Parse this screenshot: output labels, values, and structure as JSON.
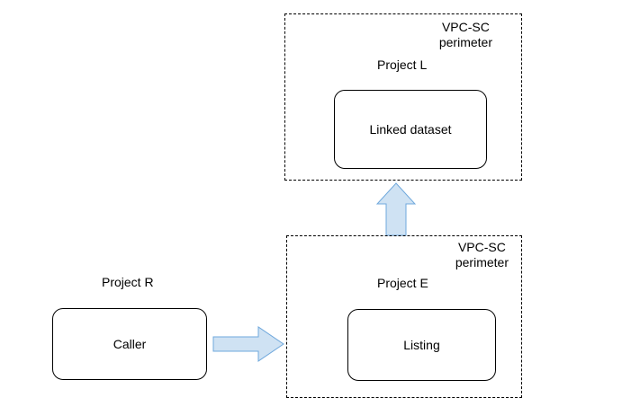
{
  "colors": {
    "arrow_fill": "#cfe2f3",
    "arrow_stroke": "#6fa8dc",
    "box_border": "#000000",
    "background": "#ffffff"
  },
  "diagram": {
    "top_perimeter": {
      "label_line1": "VPC-SC",
      "label_line2": "perimeter",
      "project_label": "Project L",
      "node_label": "Linked dataset"
    },
    "bottom_perimeter": {
      "label_line1": "VPC-SC",
      "label_line2": "perimeter",
      "project_label": "Project E",
      "node_label": "Listing"
    },
    "caller": {
      "project_label": "Project R",
      "node_label": "Caller"
    }
  }
}
